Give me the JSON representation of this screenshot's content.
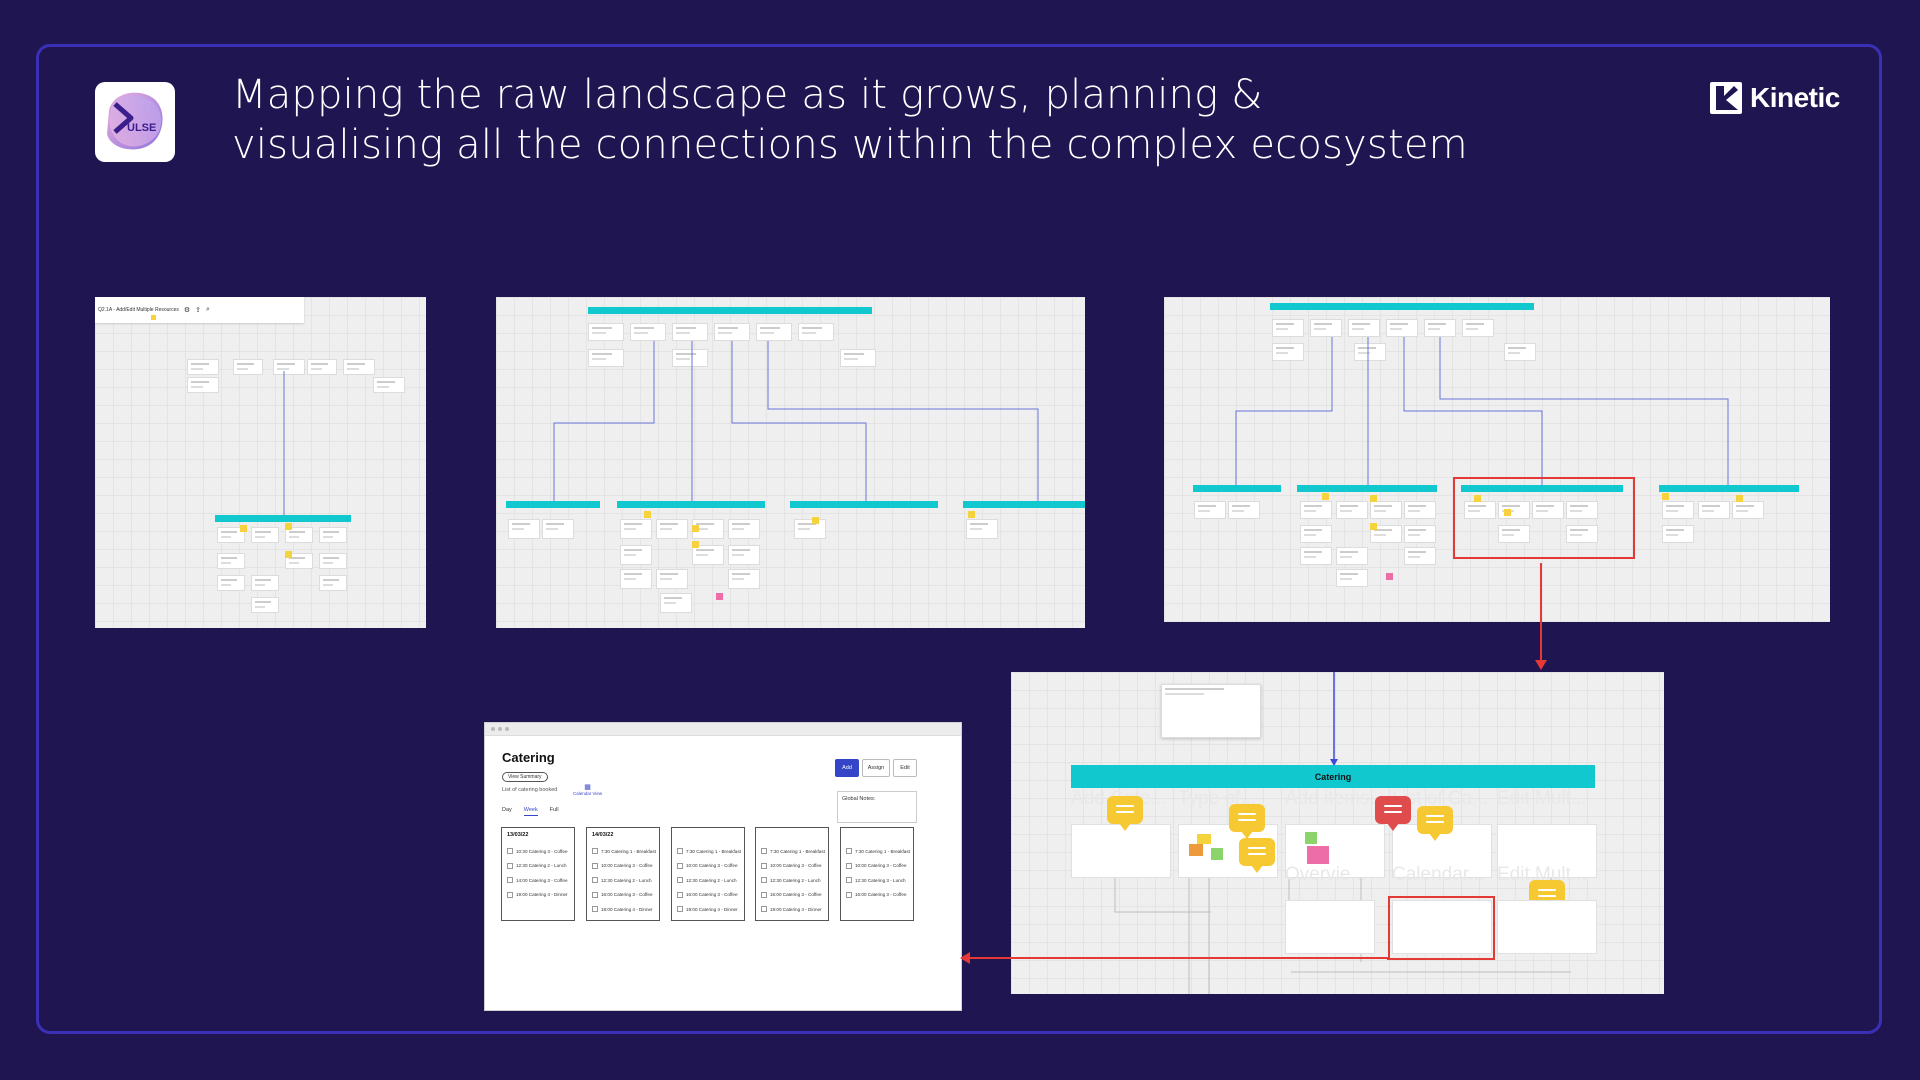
{
  "slide": {
    "title_line1": "Mapping the raw landscape as it grows, planning &",
    "title_line2": "visualising all the connections within the complex ecosystem",
    "logo_text": "ULSE",
    "brand_name": "Kinetic"
  },
  "colors": {
    "background": "#1f1551",
    "frame_border": "#3b2fb6",
    "section_bar": "#12c8cf",
    "connector": "#3f4bd6",
    "highlight": "#e53935",
    "sticky": "#f6d33c"
  },
  "shot1": {
    "breadcrumb": "Q2.1A - Add/Edit Multiple Resources"
  },
  "zoom": {
    "section_title": "Catering",
    "row1_labels": [
      "Add Cate...",
      "Type of...",
      "Add items...",
      "List of Ca...",
      "Edit Mult..."
    ],
    "row2_labels": [
      "Overvie...",
      "Calendar...",
      "Edit Mult..."
    ]
  },
  "catering": {
    "title": "Catering",
    "chip": "View Summary",
    "subtitle": "List of catering booked",
    "calendar_link": "Calendar View",
    "buttons": [
      "Add",
      "Assign",
      "Edit"
    ],
    "global_notes": "Global Notes:",
    "tabs": [
      "Day",
      "Week",
      "Full"
    ],
    "active_tab": "Week",
    "days": [
      {
        "date": "13/03/22",
        "events": [
          "10:30 Catering 3 - Coffee",
          "12:30 Catering 2 - Lunch",
          "14:00 Catering 3 - Coffee",
          "19:00 Catering 4 - Dinner"
        ]
      },
      {
        "date": "14/03/22",
        "events": [
          "7:30 Catering 1 - Breakfast",
          "10:00 Catering 3 - Coffee",
          "12:30 Catering 2 - Lunch",
          "16:00 Catering 3 - Coffee",
          "19:00 Catering 4 - Dinner"
        ]
      },
      {
        "date": "",
        "events": [
          "7:30 Catering 1 - Breakfast",
          "10:00 Catering 3 - Coffee",
          "12:30 Catering 2 - Lunch",
          "16:00 Catering 3 - Coffee",
          "19:00 Catering 4 - Dinner"
        ]
      },
      {
        "date": "",
        "events": [
          "7:30 Catering 1 - Breakfast",
          "10:00 Catering 3 - Coffee",
          "12:30 Catering 2 - Lunch",
          "16:00 Catering 3 - Coffee",
          "19:00 Catering 4 - Dinner"
        ]
      },
      {
        "date": "",
        "events": [
          "7:30 Catering 1 - Breakfast",
          "10:00 Catering 3 - Coffee",
          "12:30 Catering 3 - Lunch",
          "16:00 Catering 3 - Coffee"
        ]
      }
    ]
  }
}
